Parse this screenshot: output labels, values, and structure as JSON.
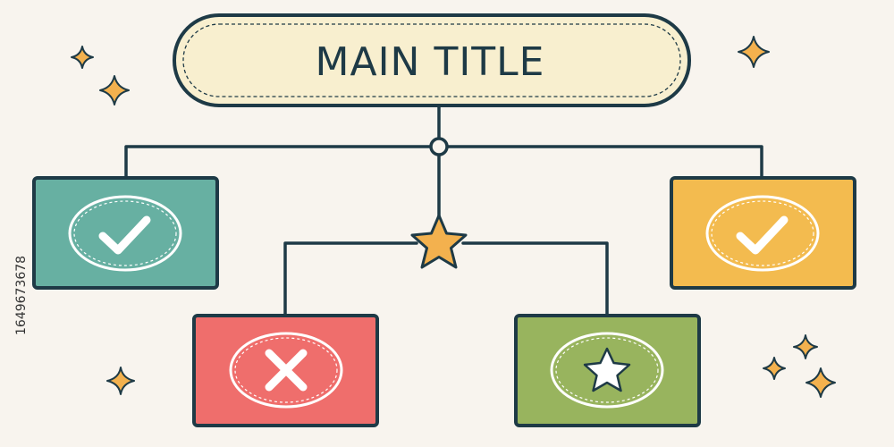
{
  "title": "MAIN TITLE",
  "side_id": "1649673678",
  "colors": {
    "background": "#f8f4ee",
    "line": "#1e3a46",
    "title_fill": "#f8efcf",
    "teal": "#67b0a2",
    "red": "#ef6e6c",
    "green": "#98b45e",
    "yellow": "#f3bb4f",
    "star": "#f3b14e"
  },
  "nodes": [
    {
      "id": "teal",
      "icon": "check-icon"
    },
    {
      "id": "red",
      "icon": "cross-icon"
    },
    {
      "id": "green",
      "icon": "star-icon"
    },
    {
      "id": "yellow",
      "icon": "check-icon"
    }
  ],
  "decorations": [
    "sparkle-icon",
    "sparkle-icon",
    "sparkle-icon",
    "sparkle-icon",
    "sparkle-icon",
    "sparkle-icon",
    "sparkle-icon"
  ]
}
